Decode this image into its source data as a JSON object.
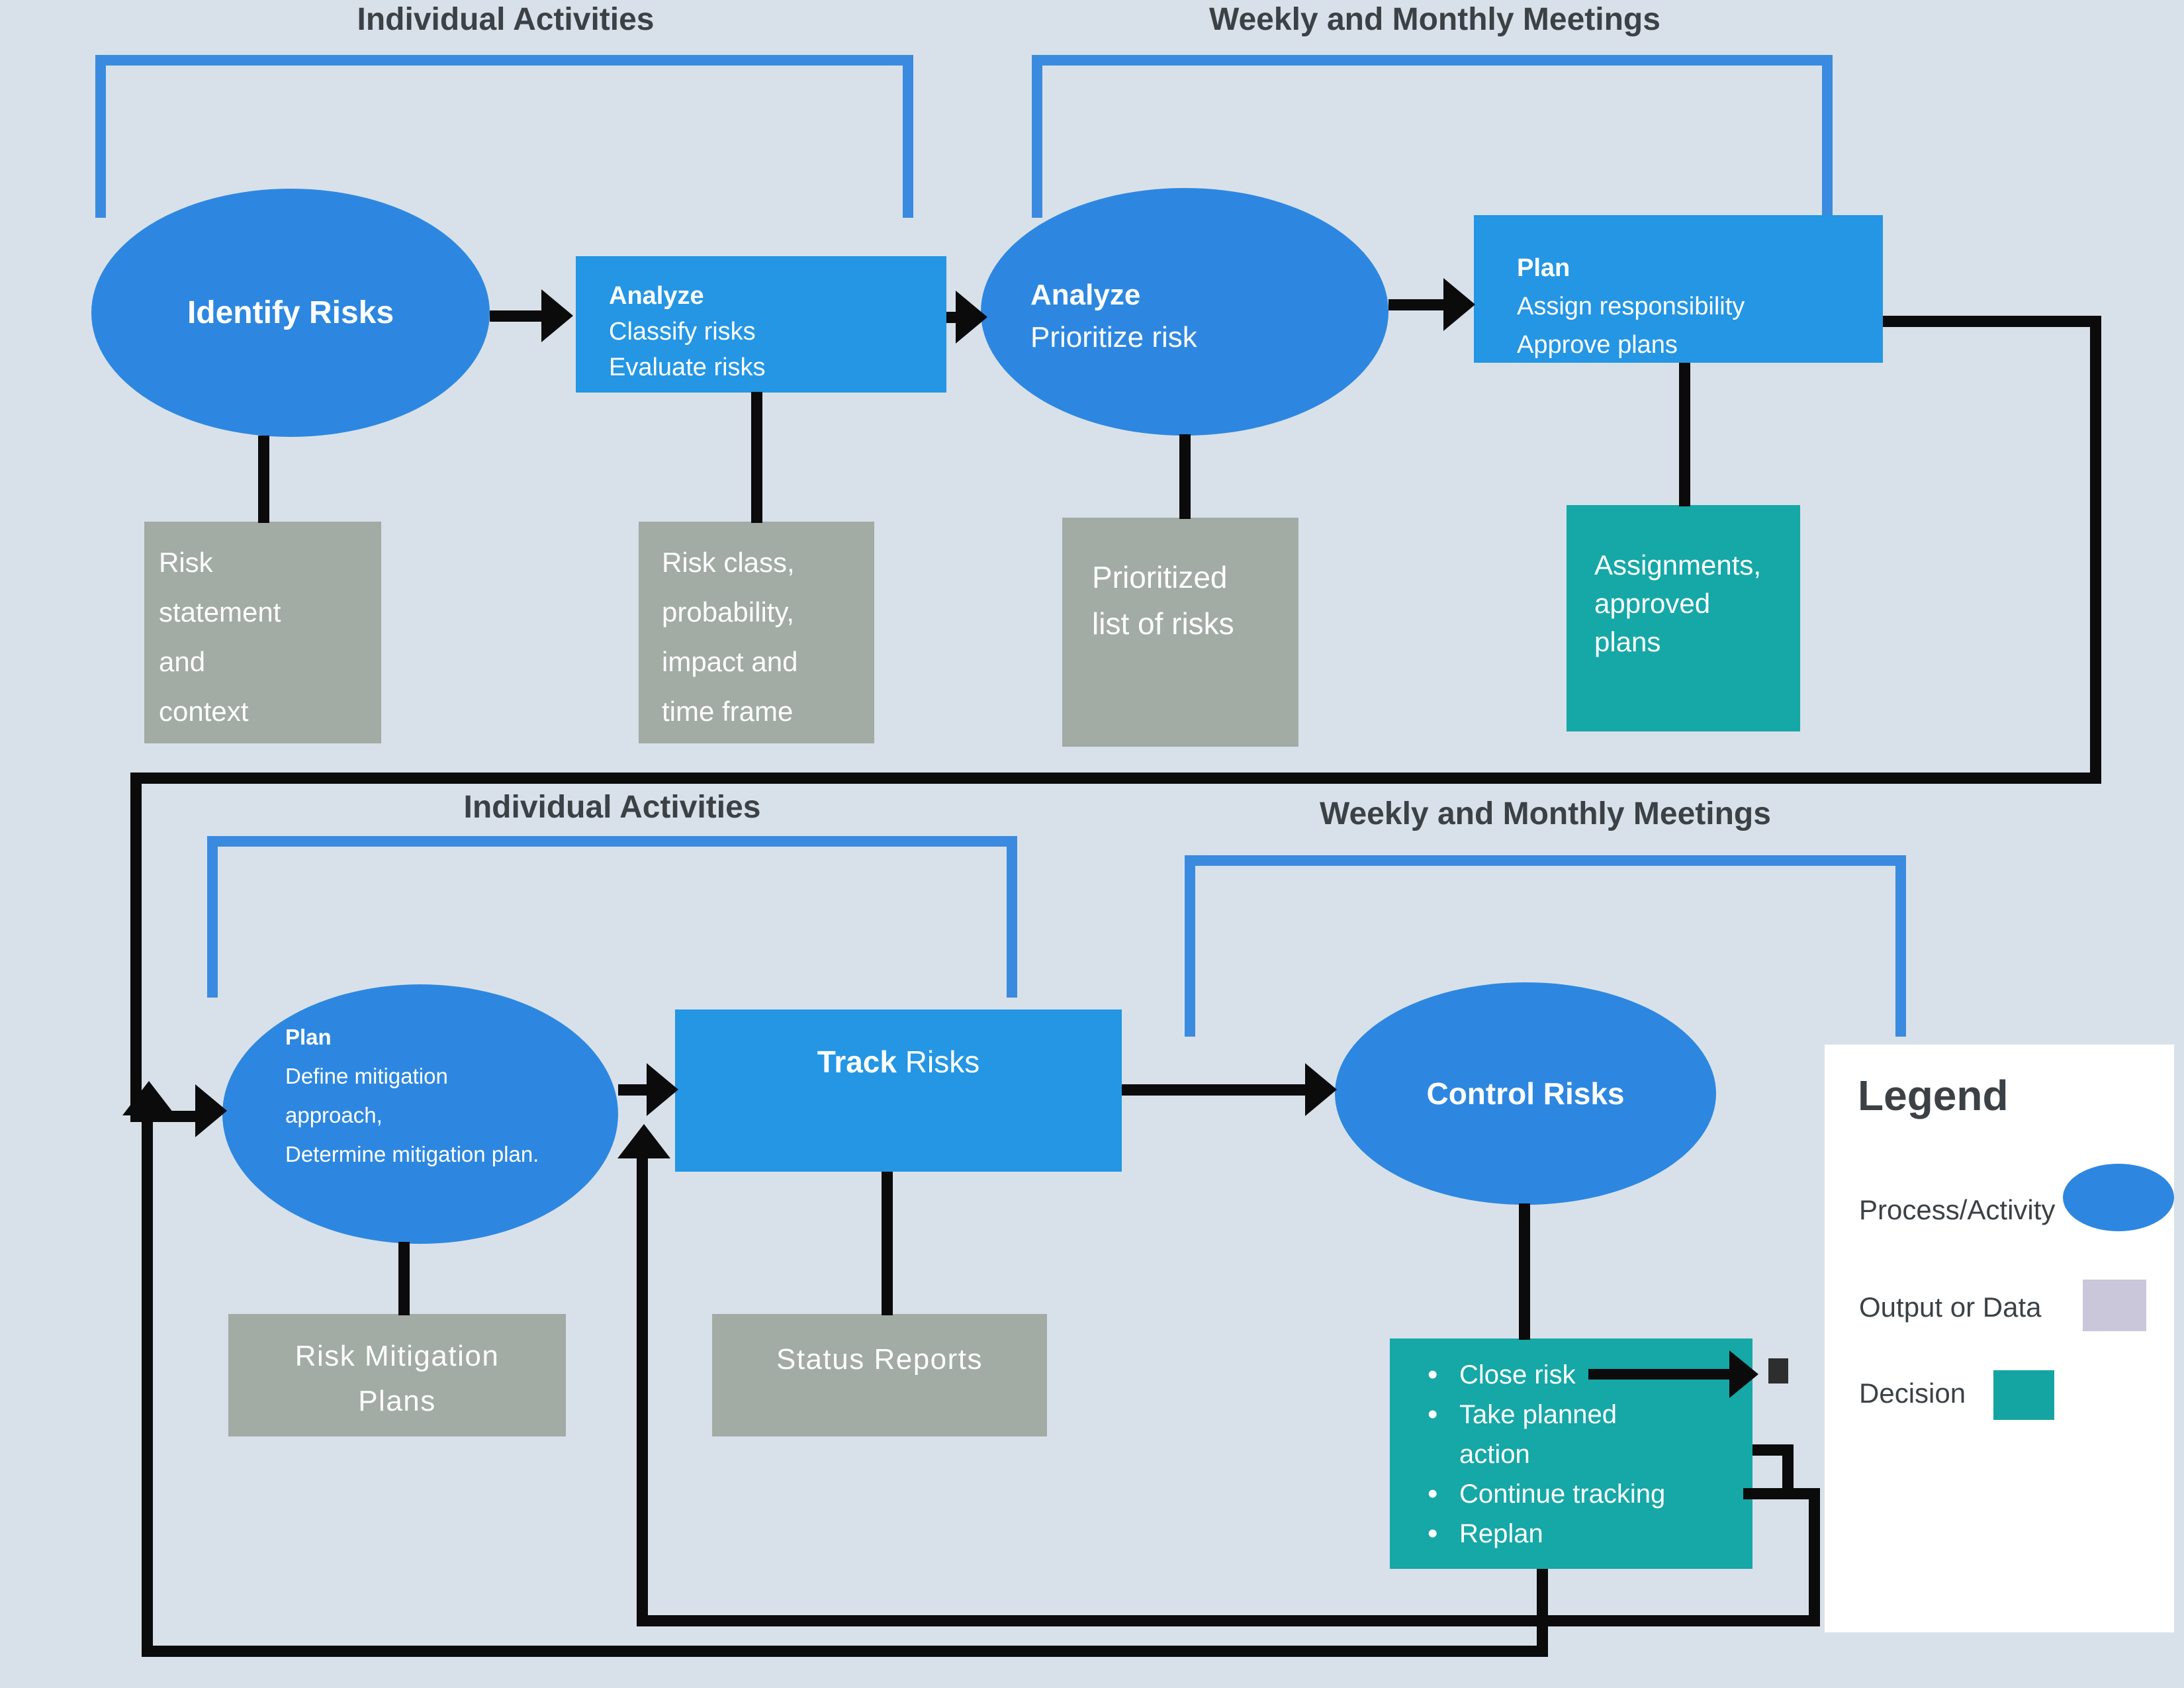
{
  "headers": {
    "top_left": "Individual Activities",
    "top_right": "Weekly and Monthly Meetings",
    "bottom_left": "Individual Activities",
    "bottom_right": "Weekly and Monthly Meetings"
  },
  "nodes": {
    "identify": {
      "title": "Identify Risks"
    },
    "analyze_box": {
      "title": "Analyze",
      "line1": "Classify risks",
      "line2": "Evaluate risks"
    },
    "analyze_oval": {
      "title": "Analyze",
      "subtitle": "Prioritize risk"
    },
    "plan_box": {
      "title": "Plan",
      "line1": "Assign responsibility",
      "line2": "Approve plans"
    },
    "plan_oval": {
      "title": "Plan",
      "line1": "Define mitigation",
      "line2": "approach,",
      "line3": "Determine mitigation plan."
    },
    "track": {
      "bold": "Track",
      "rest": " Risks"
    },
    "control": {
      "title": "Control Risks"
    }
  },
  "outputs": {
    "risk_statement": {
      "lines": [
        "Risk",
        "statement",
        "and",
        "context"
      ]
    },
    "risk_class": {
      "lines": [
        "Risk class,",
        "probability,",
        "impact and",
        "time frame"
      ]
    },
    "prioritized": {
      "lines": [
        "Prioritized",
        "list of risks"
      ]
    },
    "assignments": {
      "lines": [
        "Assignments,",
        "approved",
        "plans"
      ]
    },
    "mitigation": {
      "lines": [
        "Risk Mitigation",
        "Plans"
      ]
    },
    "status": {
      "lines": [
        "Status Reports"
      ]
    }
  },
  "decision": {
    "bullets": [
      "Close risk",
      "Take planned action",
      "Continue tracking",
      "Replan"
    ]
  },
  "legend": {
    "title": "Legend",
    "items": [
      {
        "label": "Process/Activity",
        "shape": "ellipse",
        "color": "#2d87e0"
      },
      {
        "label": "Output or Data",
        "shape": "square",
        "color": "#cac7da"
      },
      {
        "label": "Decision",
        "shape": "square",
        "color": "#14a5a3"
      }
    ]
  },
  "colors": {
    "background": "#d8e1ea",
    "process_blue": "#2d87e0",
    "box_blue": "#2496e4",
    "bracket_blue": "#3a8be0",
    "output_gray": "#a2aba4",
    "decision_teal": "#16a7a7",
    "legend_lavender": "#cac7da",
    "connector_black": "#0b0b0b",
    "heading_text": "#3c4146"
  }
}
